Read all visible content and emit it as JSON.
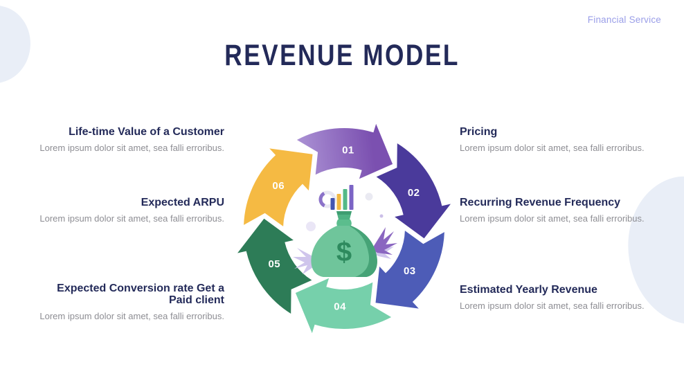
{
  "header": {
    "brand": "Financial Service",
    "title": "REVENUE MODEL"
  },
  "left_items": [
    {
      "title": "Life-time Value of a Customer",
      "desc": "Lorem ipsum dolor sit amet, sea falli erroribus."
    },
    {
      "title": "Expected ARPU",
      "desc": "Lorem ipsum dolor sit amet, sea falli erroribus."
    },
    {
      "title": "Expected Conversion rate Get a Paid client",
      "desc": "Lorem ipsum dolor sit amet, sea falli erroribus."
    }
  ],
  "right_items": [
    {
      "title": "Pricing",
      "desc": "Lorem ipsum dolor sit amet, sea falli erroribus."
    },
    {
      "title": "Recurring Revenue Frequency",
      "desc": "Lorem ipsum dolor sit amet, sea falli erroribus."
    },
    {
      "title": "Estimated Yearly Revenue",
      "desc": "Lorem ipsum dolor sit amet, sea falli erroribus."
    }
  ],
  "cycle": {
    "direction": "clockwise",
    "segments": [
      {
        "label": "01",
        "color": "#8d63bd",
        "color_start": "#a98fd3",
        "color_end": "#7b50b0"
      },
      {
        "label": "02",
        "color": "#4a3a9b"
      },
      {
        "label": "03",
        "color": "#4d5cb7"
      },
      {
        "label": "04",
        "color": "#76d0ab"
      },
      {
        "label": "05",
        "color": "#2d7c57"
      },
      {
        "label": "06",
        "color": "#f5ba43"
      }
    ]
  },
  "illustration": {
    "name": "money-bag-with-charts",
    "dollar_sign": "$",
    "bag_color": "#6fc59b",
    "bag_shade_color": "#46a377",
    "knot_color": "#5bbd8d",
    "opening_color": "#4fb283",
    "bar_colors": [
      "#4355b1",
      "#f2b843",
      "#54b987",
      "#7b64c5"
    ],
    "donut_ring_color": "#e8e7f2",
    "donut_arc_color": "#8b72c9",
    "leaf_purple_color": "#8a66c0",
    "leaf_lavender_color": "#cfc5ec"
  },
  "colors": {
    "title_text": "#232a59",
    "heading_text": "#232a59",
    "body_text": "#8d8d93",
    "brand_text": "#9a9ee8",
    "background": "#ffffff",
    "blob": "#e9eef7",
    "cycle_number_text": "#ffffff"
  }
}
